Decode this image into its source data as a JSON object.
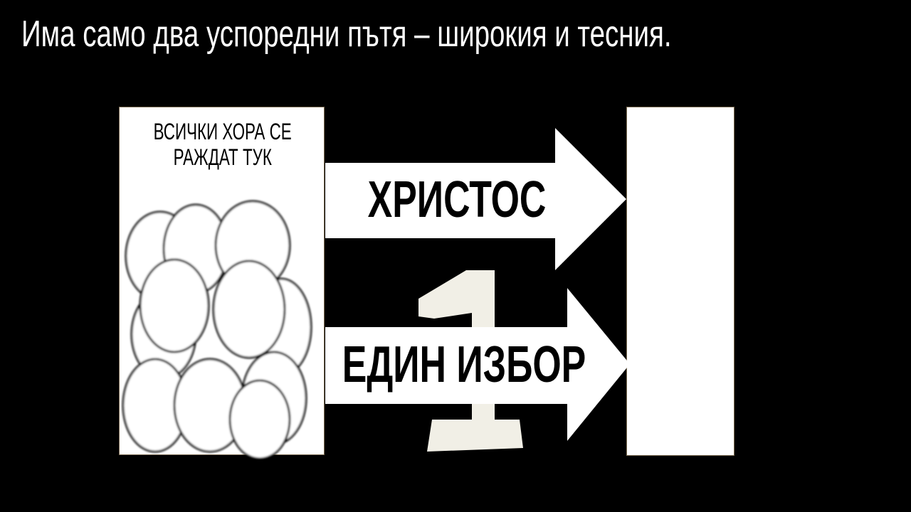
{
  "slide": {
    "title": "Има само два успоредни пътя – широкия и тесния.",
    "left_box": {
      "line1": "ВСИЧКИ ХОРА СЕ",
      "line2": "РАЖДАТ ТУК"
    },
    "arrow_top_label": "ХРИСТОС",
    "arrow_bottom_label": "ЕДИН ИЗБОР",
    "figure_number": "1"
  }
}
